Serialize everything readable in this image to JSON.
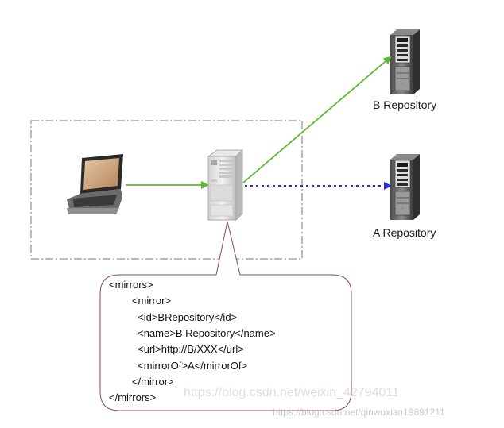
{
  "labels": {
    "b_repository": "B Repository",
    "a_repository": "A Repository"
  },
  "callout_lines": [
    "<mirrors>",
    "        <mirror>",
    "          <id>BRepository</id>",
    "          <name>B Repository</name>",
    "          <url>http://B/XXX</url>",
    "          <mirrorOf>A</mirrorOf>",
    "        </mirror>",
    "</mirrors>"
  ],
  "watermarks": {
    "primary": "https://blog.csdn.net/weixin_42794011",
    "secondary": "https://blog.csdn.net/qinwuxian19891211"
  },
  "icons": [
    "laptop-icon",
    "proxy-server-icon",
    "server-icon",
    "server-icon"
  ],
  "colors": {
    "green_arrow": "#5cb82e",
    "blue_dotted_arrow": "#2a2ae0",
    "callout_border": "#8c4a4a",
    "group_border": "#777777"
  }
}
